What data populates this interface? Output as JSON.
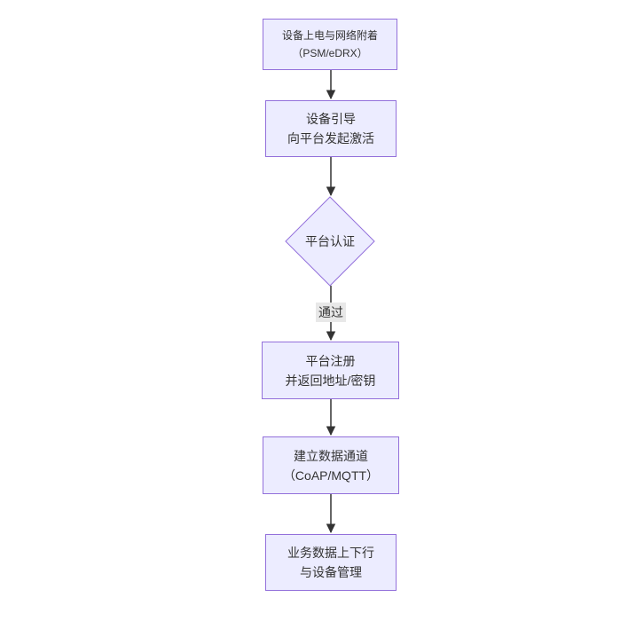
{
  "nodes": {
    "power_on": {
      "lines": [
        "设备上电与网络附着",
        "（PSM/eDRX）"
      ]
    },
    "bootstrap": {
      "lines": [
        "设备引导",
        "向平台发起激活"
      ]
    },
    "auth": {
      "label": "平台认证"
    },
    "register": {
      "lines": [
        "平台注册",
        "并返回地址/密钥"
      ]
    },
    "channel": {
      "lines": [
        "建立数据通道",
        "（CoAP/MQTT）"
      ]
    },
    "business": {
      "lines": [
        "业务数据上下行",
        "与设备管理"
      ]
    }
  },
  "edge_labels": {
    "auth_pass": "通过"
  },
  "colors": {
    "node_fill": "#ECECFF",
    "node_border": "#9370DB",
    "edge_line": "#333333",
    "edge_label_bg": "#e8e8e8",
    "text": "#333333",
    "canvas_bg": "#ffffff"
  }
}
